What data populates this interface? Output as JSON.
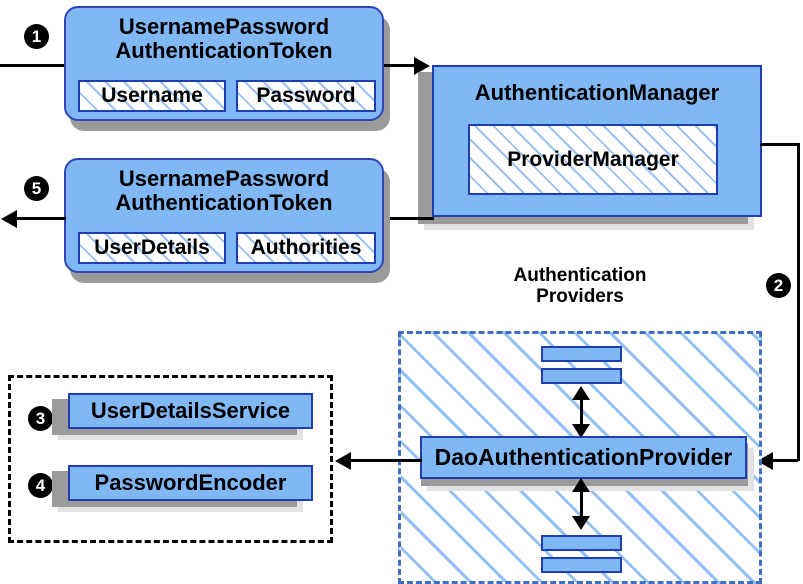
{
  "diagram": {
    "title": "Spring Security username/password authentication flow",
    "colors": {
      "box_fill": "#80b7f5",
      "box_border": "#1f3fb0",
      "rounded_border": "#3344b8",
      "hatch_line": "#78aff0",
      "dashed_blue": "#3f6fc4",
      "dashed_black": "#000000",
      "shadow": "#9a9a9a",
      "badge_fill": "#000000",
      "badge_text": "#ffffff"
    },
    "steps": [
      {
        "number": "1",
        "symbol": "❶"
      },
      {
        "number": "2",
        "symbol": "❷"
      },
      {
        "number": "3",
        "symbol": "❸"
      },
      {
        "number": "4",
        "symbol": "❹"
      },
      {
        "number": "5",
        "symbol": "❺"
      }
    ],
    "nodes": {
      "request_token": {
        "title_line1": "UsernamePassword",
        "title_line2": "AuthenticationToken",
        "fields": [
          "Username",
          "Password"
        ]
      },
      "result_token": {
        "title_line1": "UsernamePassword",
        "title_line2": "AuthenticationToken",
        "fields": [
          "UserDetails",
          "Authorities"
        ]
      },
      "authentication_manager": {
        "label": "AuthenticationManager",
        "inner": "ProviderManager"
      },
      "providers_group": {
        "caption_line1": "Authentication",
        "caption_line2": "Providers",
        "main_provider": "DaoAuthenticationProvider",
        "other_providers_top": [
          "",
          ""
        ],
        "other_providers_bottom": [
          "",
          ""
        ]
      },
      "services_group": {
        "items": [
          "UserDetailsService",
          "PasswordEncoder"
        ]
      }
    }
  }
}
